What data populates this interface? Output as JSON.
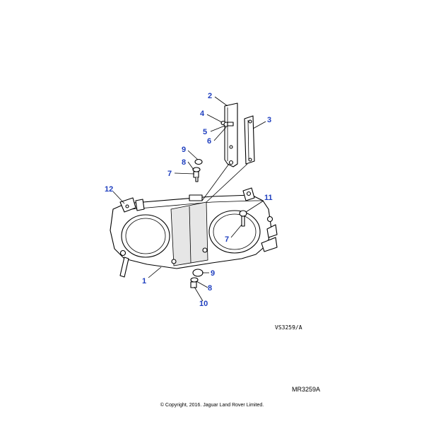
{
  "callouts": [
    {
      "id": "c2",
      "label": "2"
    },
    {
      "id": "c4",
      "label": "4"
    },
    {
      "id": "c5",
      "label": "5"
    },
    {
      "id": "c6",
      "label": "6"
    },
    {
      "id": "c3",
      "label": "3"
    },
    {
      "id": "c9a",
      "label": "9"
    },
    {
      "id": "c8a",
      "label": "8"
    },
    {
      "id": "c7a",
      "label": "7"
    },
    {
      "id": "c12",
      "label": "12"
    },
    {
      "id": "c11",
      "label": "11"
    },
    {
      "id": "c7b",
      "label": "7"
    },
    {
      "id": "c1",
      "label": "1"
    },
    {
      "id": "c9b",
      "label": "9"
    },
    {
      "id": "c8b",
      "label": "8"
    },
    {
      "id": "c10",
      "label": "10"
    }
  ],
  "drawing_ref": "VS3259/A",
  "part_ref": "MR3259A",
  "copyright": "© Copyright, 2016. Jaguar Land Rover Limited.",
  "colors": {
    "callout": "#1f3fbf",
    "line": "#000000",
    "shade": "#e6e6e6"
  }
}
